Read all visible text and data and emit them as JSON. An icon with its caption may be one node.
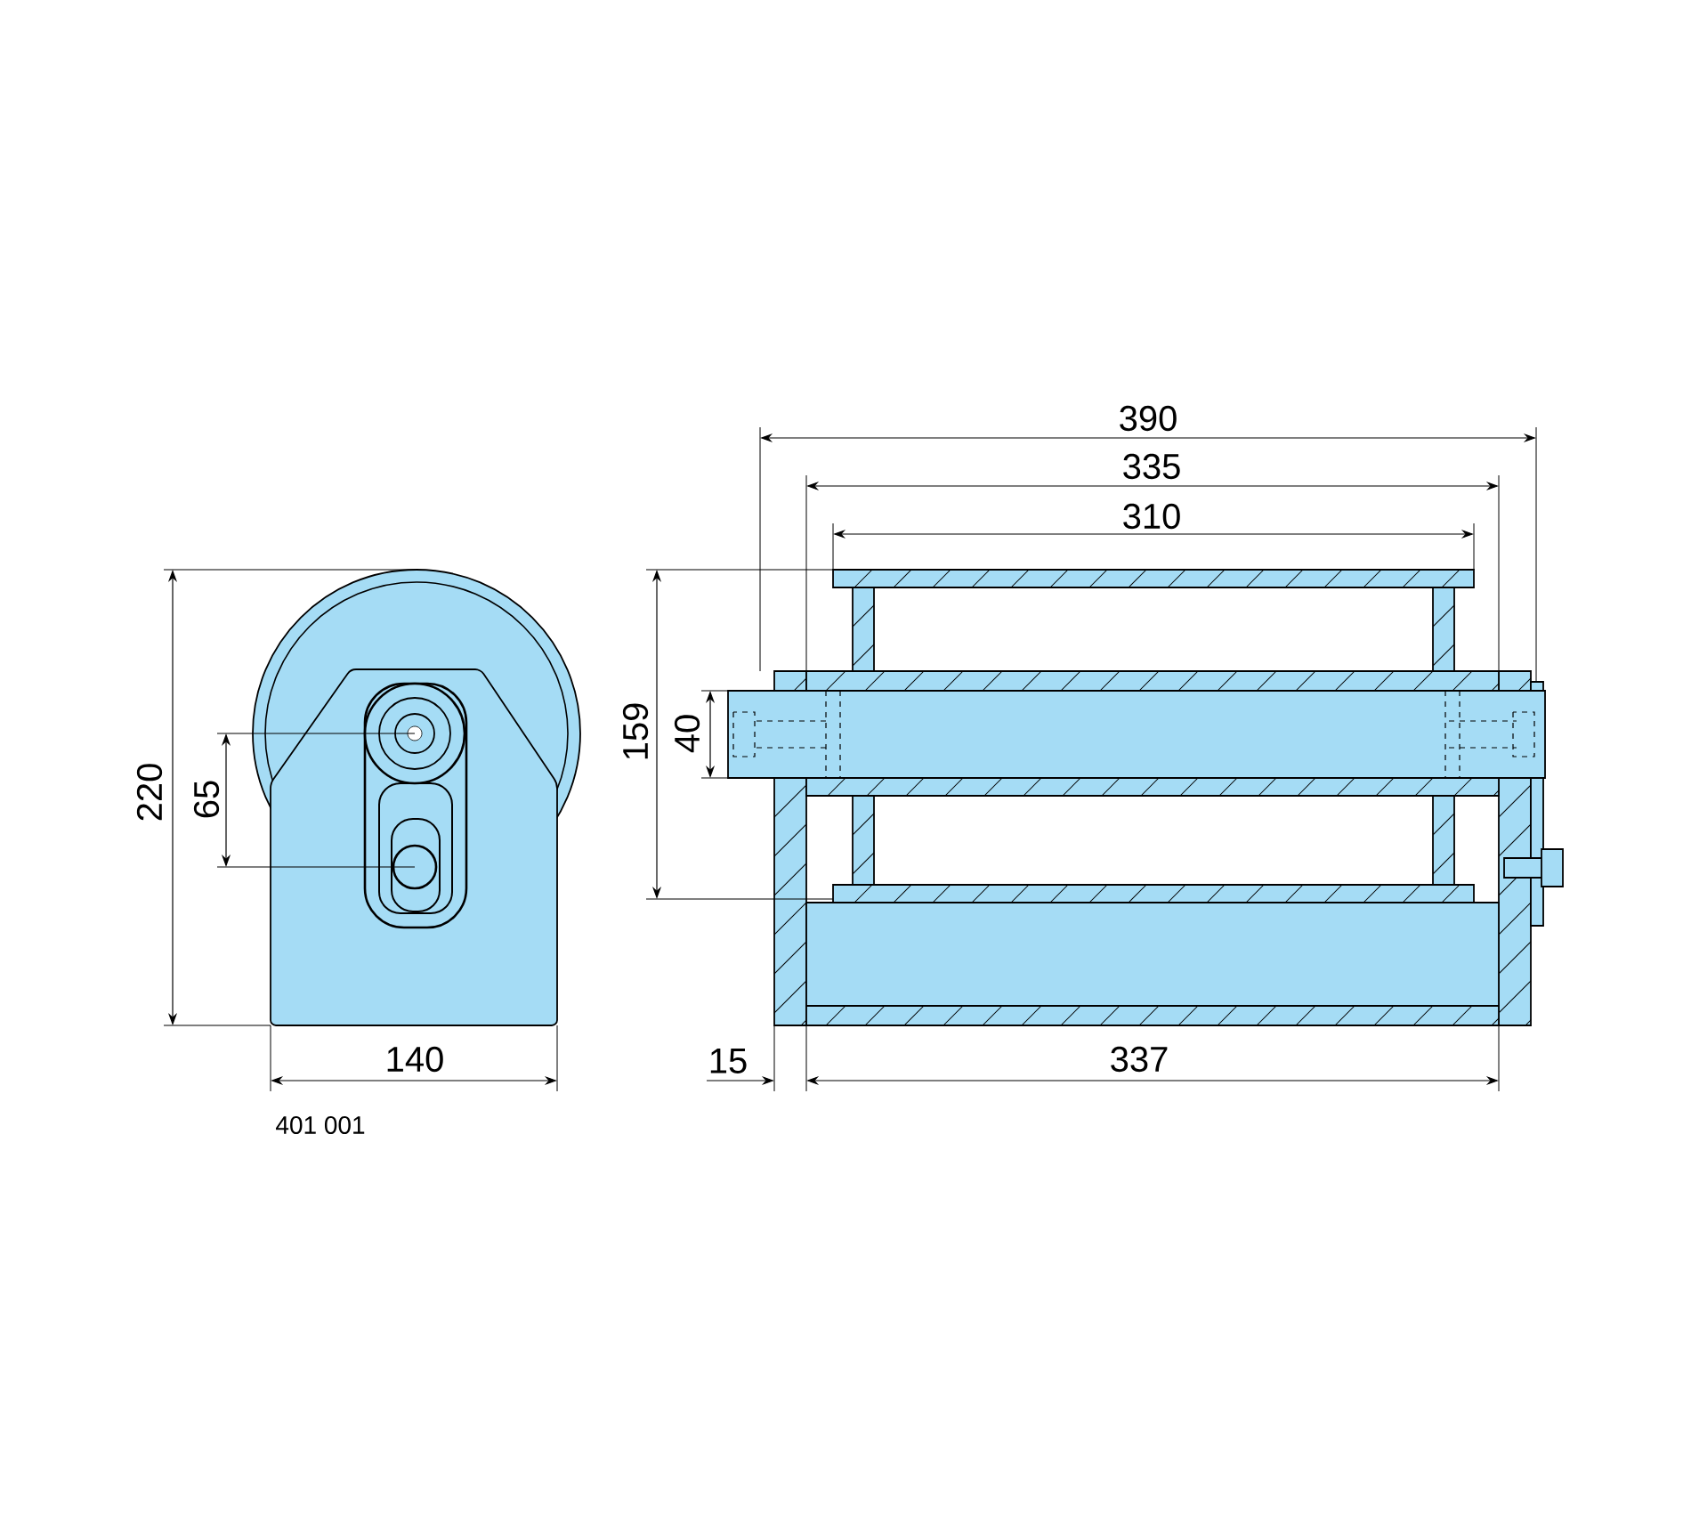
{
  "diagram": {
    "labels": [
      "390",
      "335",
      "310",
      "220",
      "159",
      "40",
      "65",
      "140",
      "15",
      "337",
      "401 001"
    ]
  }
}
